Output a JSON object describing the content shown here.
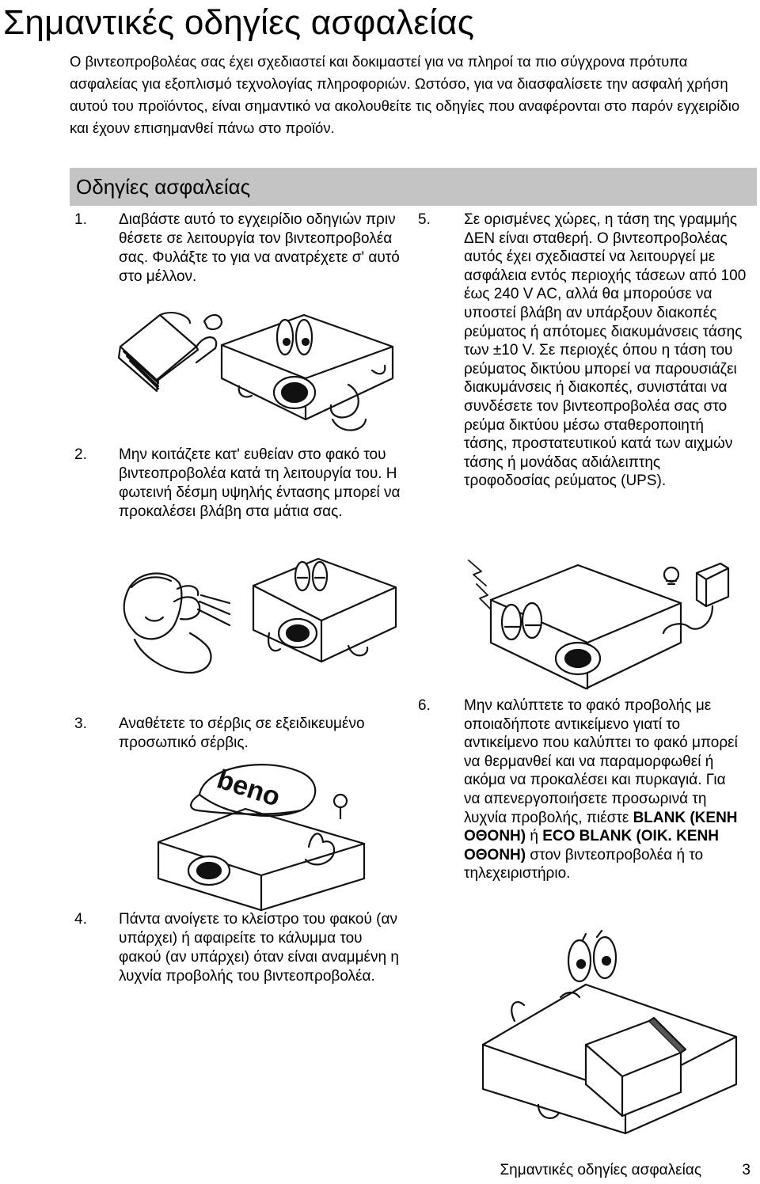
{
  "page": {
    "title": "Σημαντικές οδηγίες ασφαλείας",
    "intro": "Ο βιντεοπροβολέας σας έχει σχεδιαστεί και δοκιμαστεί για να πληροί τα πιο σύγχρονα πρότυπα ασφαλείας για εξοπλισμό τεχνολογίας πληροφοριών. Ωστόσο, για να διασφαλίσετε την ασφαλή χρήση αυτού του προϊόντος, είναι σημαντικό να ακολουθείτε τις οδηγίες που αναφέρονται στο παρόν εγχειρίδιο και έχουν επισημανθεί πάνω στο προϊόν."
  },
  "section": {
    "title": "Οδηγίες ασφαλείας"
  },
  "items": [
    {
      "num": "1.",
      "text": "Διαβάστε αυτό το εγχειρίδιο οδηγιών πριν θέσετε σε λειτουργία τον βιντεοπροβολέα σας. Φυλάξτε το για να ανατρέχετε σ' αυτό στο μέλλον."
    },
    {
      "num": "2.",
      "text": "Μην κοιτάζετε κατ' ευθείαν στο φακό του βιντεοπροβολέα κατά τη λειτουργία του. Η φωτεινή δέσμη υψηλής έντασης μπορεί να προκαλέσει βλάβη στα μάτια σας."
    },
    {
      "num": "3.",
      "text": "Αναθέτετε το σέρβις σε εξειδικευμένο προσωπικό σέρβις."
    },
    {
      "num": "4.",
      "text": "Πάντα ανοίγετε το κλείστρο του φακού (αν υπάρχει) ή αφαιρείτε το κάλυμμα του φακού (αν υπάρχει) όταν είναι αναμμένη η λυχνία προβολής του βιντεοπροβολέα."
    },
    {
      "num": "5.",
      "text": "Σε ορισμένες χώρες, η τάση της γραμμής ΔΕΝ είναι σταθερή. Ο βιντεοπροβολέας αυτός έχει σχεδιαστεί να λειτουργεί με ασφάλεια εντός περιοχής τάσεων από 100 έως 240 V AC, αλλά θα μπορούσε να υποστεί βλάβη αν υπάρξουν διακοπές ρεύματος ή απότομες διακυμάνσεις τάσης των ±10 V. Σε περιοχές όπου η τάση του ρεύματος δικτύου μπορεί να παρουσιάζει διακυμάνσεις ή διακοπές, συνιστάται να συνδέσετε τον βιντεοπροβολέα σας στο ρεύμα δικτύου μέσω σταθεροποιητή τάσης, προστατευτικού κατά των αιχμών τάσης ή μονάδας αδιάλειπτης τροφοδοσίας ρεύματος (UPS)."
    },
    {
      "num": "6.",
      "text_parts": {
        "a": "Μην καλύπτετε το φακό προβολής με οποιαδήποτε αντικείμενο γιατί το αντικείμενο που καλύπτει το φακό μπορεί να θερμανθεί και να παραμορφωθεί ή ακόμα να προκαλέσει και πυρκαγιά. Για να απενεργοποιήσετε προσωρινά τη λυχνία προβολής, πιέστε ",
        "b1": "BLANK (ΚΕΝΗ ΟΘΟΝΗ)",
        "c": " ή ",
        "b2": "ECO BLANK (ΟΙΚ. ΚΕΝΗ ΟΘΟΝΗ)",
        "d": " στον βιντεοπροβολέα ή το τηλεχειριστήριο."
      }
    }
  ],
  "illustrations": {
    "cap_logo": "beno"
  },
  "footer": {
    "text": "Σημαντικές οδηγίες ασφαλείας",
    "page": "3"
  }
}
